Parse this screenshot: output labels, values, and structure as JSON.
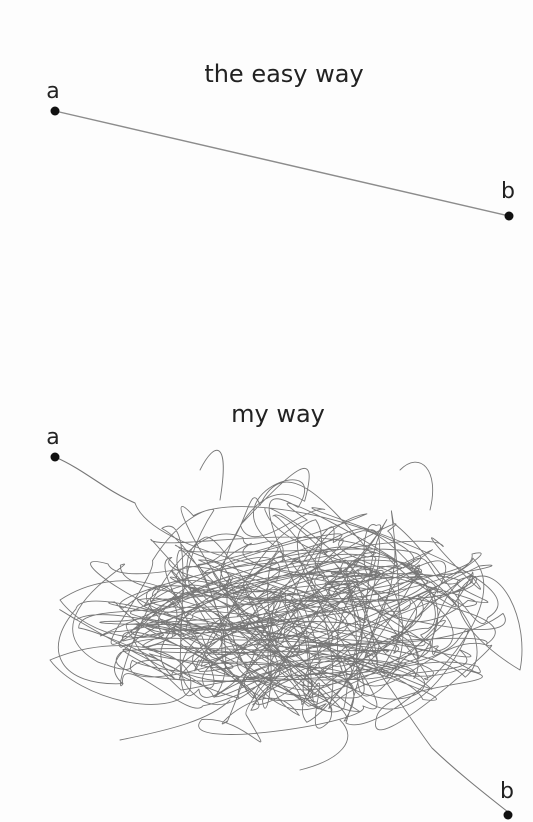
{
  "top_panel": {
    "title": "the easy way",
    "start_label": "a",
    "end_label": "b"
  },
  "bottom_panel": {
    "title": "my way",
    "start_label": "a",
    "end_label": "b"
  },
  "colors": {
    "background": "#ffffff",
    "line": "#8c8c8c",
    "dot": "#111111",
    "text": "#222222"
  }
}
